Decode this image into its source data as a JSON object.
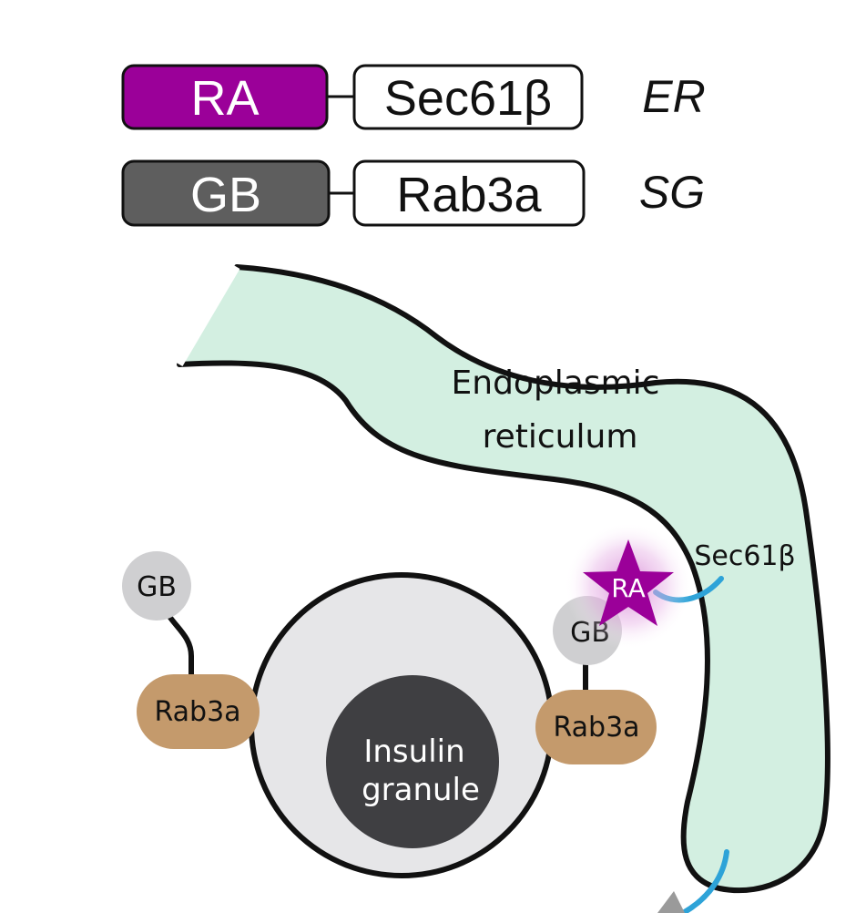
{
  "legend": {
    "row1": {
      "tag": "RA",
      "protein": "Sec61β",
      "location": "ER"
    },
    "row2": {
      "tag": "GB",
      "protein": "Rab3a",
      "location": "SG"
    }
  },
  "diagram": {
    "er_label_line1": "Endoplasmic",
    "er_label_line2": "reticulum",
    "sec61_label": "Sec61β",
    "ra_star_label": "RA",
    "gb_left_label": "GB",
    "gb_right_label": "GB",
    "rab3a_left_label": "Rab3a",
    "rab3a_right_label": "Rab3a",
    "granule_line1": "Insulin",
    "granule_line2": "granule"
  },
  "colors": {
    "ra_purple": "#9b0099",
    "gb_gray": "#5e5e5e",
    "er_fill": "#d3efe1",
    "rab3a_tan": "#c49a6c",
    "granule_outer": "#e6e6e8",
    "granule_core": "#3f3f42",
    "sec61_blue": "#2ea3d8",
    "gb_ball": "#cfcfd1"
  }
}
